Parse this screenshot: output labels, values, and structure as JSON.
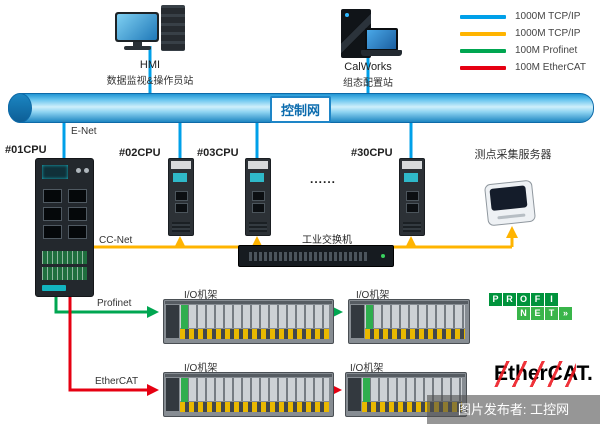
{
  "legend": {
    "items": [
      {
        "label": "1000M TCP/IP",
        "color": "#00a0e9"
      },
      {
        "label": "1000M TCP/IP",
        "color": "#ffb400"
      },
      {
        "label": "100M Profinet",
        "color": "#00a651"
      },
      {
        "label": "100M EtherCAT",
        "color": "#e60012"
      }
    ]
  },
  "stations": {
    "hmi_title": "HMI",
    "hmi_subtitle": "数据监视&操作员站",
    "calworks_title": "CalWorks",
    "calworks_subtitle": "组态配置站"
  },
  "network": {
    "backbone_label": "控制网",
    "enet_label": "E-Net",
    "ccnet_label": "CC-Net",
    "profinet_label": "Profinet",
    "ethercat_label": "EtherCAT"
  },
  "cpus": {
    "cpu01": "#01CPU",
    "cpu02": "#02CPU",
    "cpu03": "#03CPU",
    "ellipsis": "......",
    "cpu30": "#30CPU"
  },
  "devices": {
    "server_label": "测点采集服务器",
    "switch_label": "工业交换机",
    "io_rack_label": "I/O机架"
  },
  "logos": {
    "profinet_top": [
      "P",
      "R",
      "O",
      "F",
      "I"
    ],
    "profinet_bottom": [
      "N",
      "E",
      "T"
    ],
    "profinet_arrow": "»",
    "ethercat": "EtherCAT."
  },
  "watermark": "图片发布者: 工控网"
}
